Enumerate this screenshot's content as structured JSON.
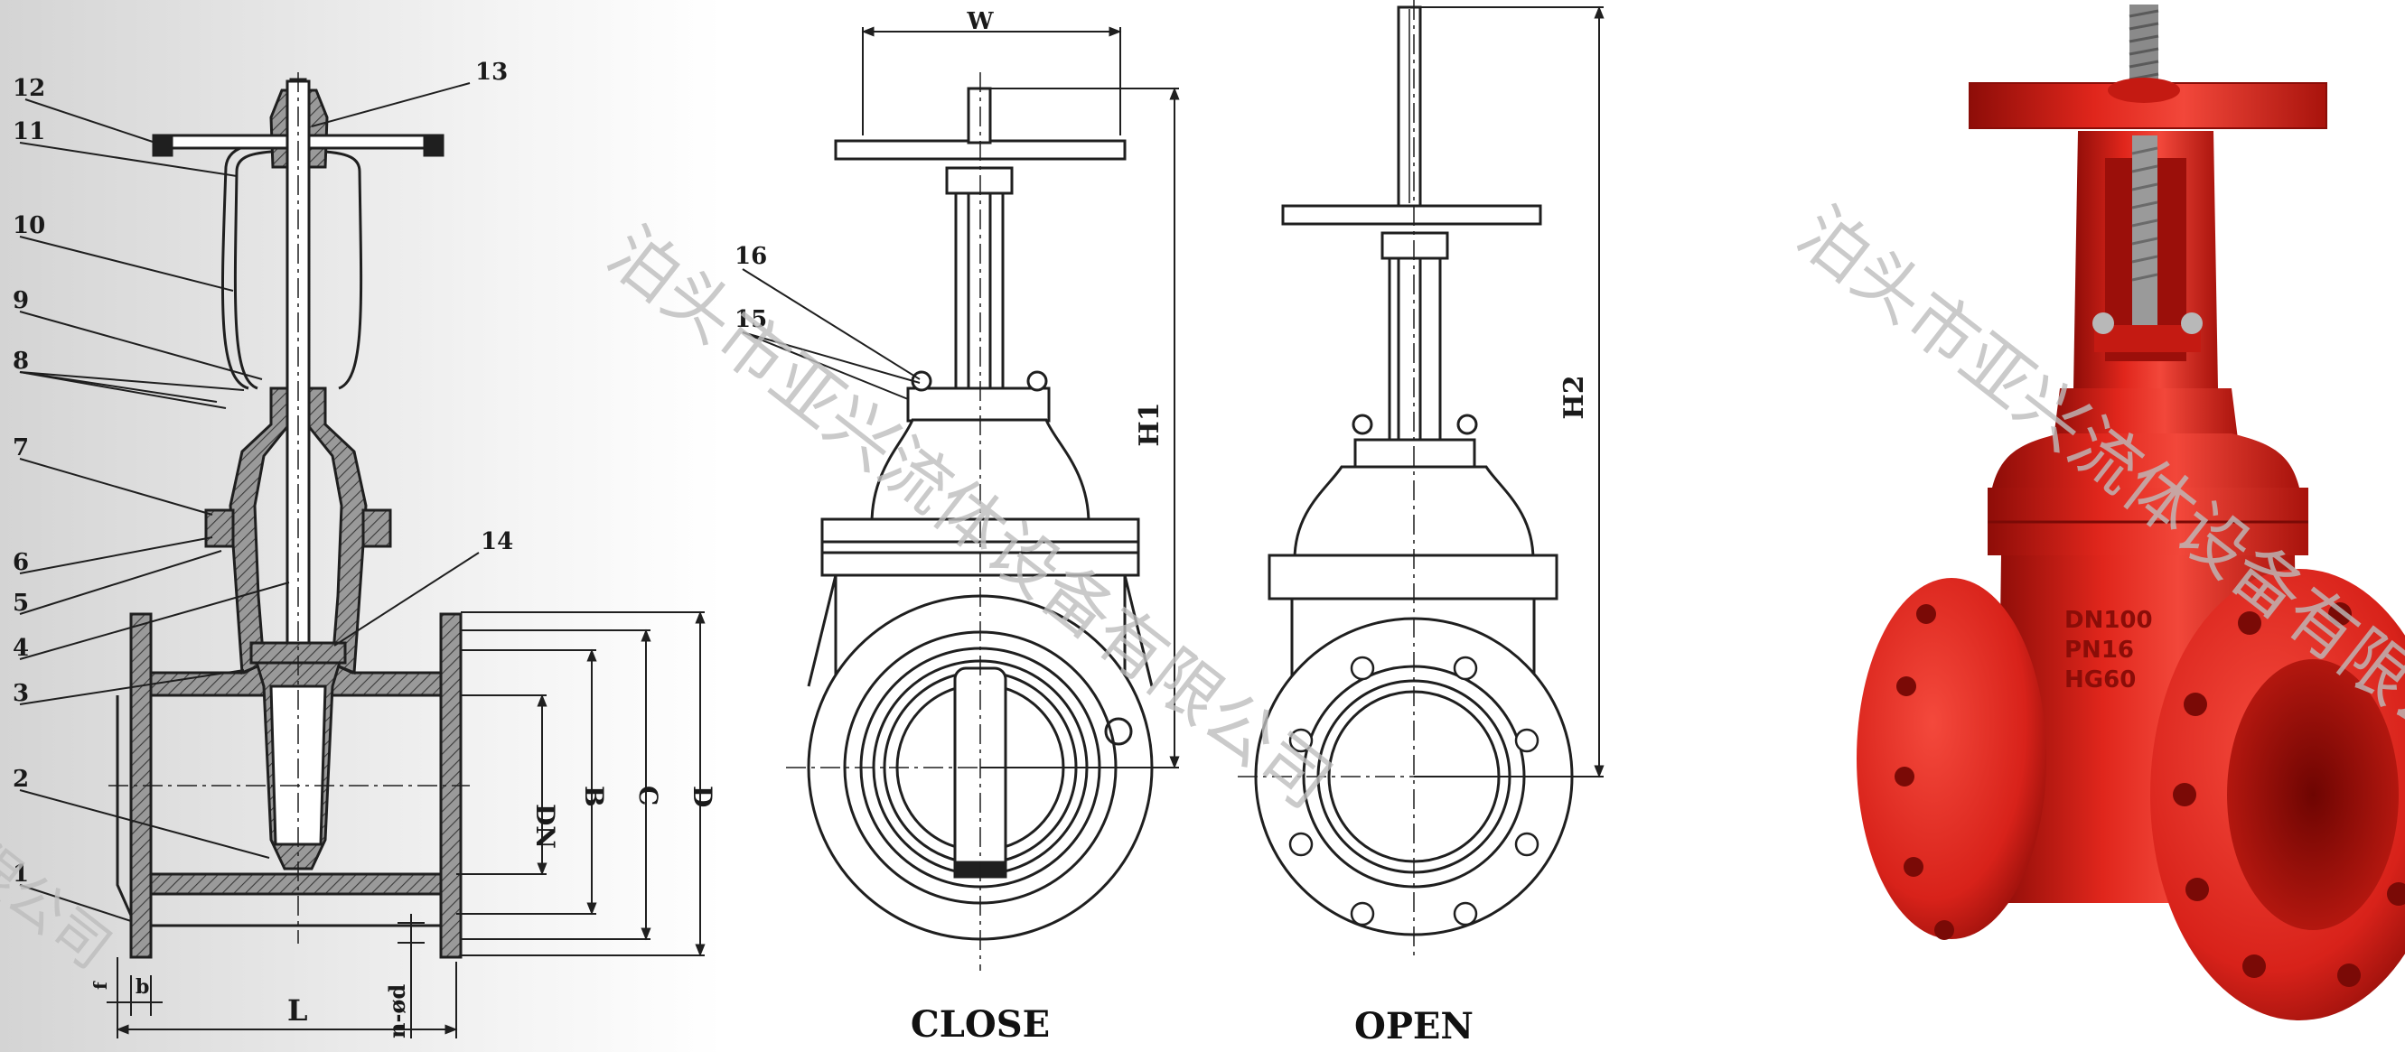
{
  "section_view": {
    "part_labels": [
      "1",
      "2",
      "3",
      "4",
      "5",
      "6",
      "7",
      "8",
      "9",
      "10",
      "11",
      "12",
      "13",
      "14"
    ],
    "dimensions": {
      "DN": "DN",
      "B": "B",
      "C": "C",
      "D": "D",
      "L": "L",
      "f": "f",
      "b": "b",
      "n_od": "n-ød"
    }
  },
  "close_view": {
    "part_labels": [
      "15",
      "16"
    ],
    "dimensions": {
      "W": "W",
      "H1": "H1"
    },
    "caption": "CLOSE"
  },
  "open_view": {
    "dimensions": {
      "H2": "H2"
    },
    "caption": "OPEN"
  },
  "product_photo": {
    "body_color": "#e0261c",
    "body_markings": [
      "DN100",
      "PN16",
      "HG60"
    ]
  },
  "watermark": {
    "text": "泊头市亚兴流体设备有限公司",
    "fragment": "流体设备有限公司"
  },
  "colors": {
    "line": "#1f1f1f",
    "valve_red": "#e0261c",
    "watermark": "#bdbdbd"
  }
}
